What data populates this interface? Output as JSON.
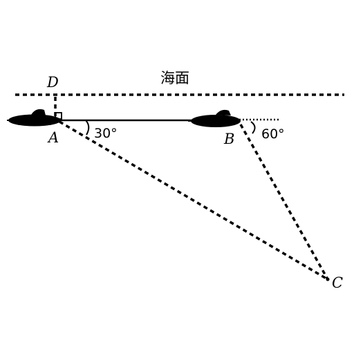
{
  "caption": "海面",
  "points": {
    "A": "A",
    "B": "B",
    "C": "C",
    "D": "D"
  },
  "angles": {
    "at_A": "30°",
    "at_B": "60°"
  }
}
